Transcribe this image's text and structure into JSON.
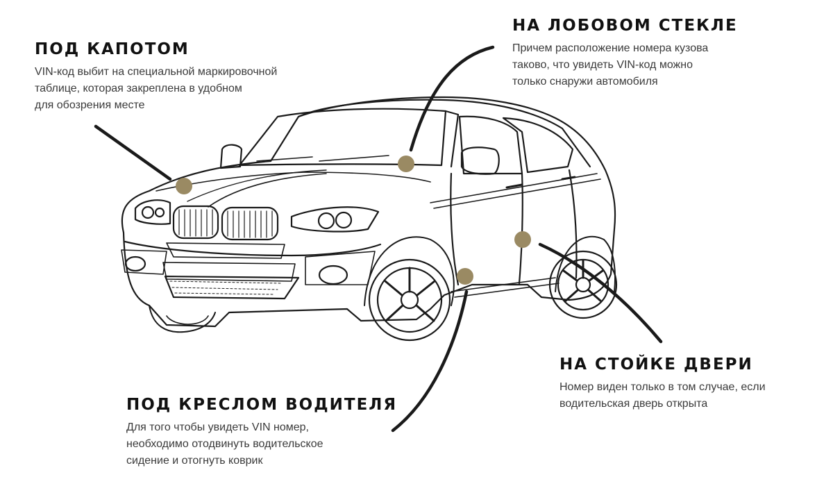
{
  "colors": {
    "marker": "#9a8a63",
    "outline": "#1a1a1a",
    "heading": "#111111",
    "body_text": "#3a3a3a"
  },
  "callouts": {
    "hood": {
      "title": "ПОД КАПОТОМ",
      "lines": [
        "VIN-код выбит на специальной маркировочной",
        "таблице, которая закреплена в удобном",
        "для обозрения месте"
      ]
    },
    "windshield": {
      "title": "НА ЛОБОВОМ СТЕКЛЕ",
      "lines": [
        "Причем расположение номера кузова",
        "таково, что увидеть VIN-код можно",
        "только снаружи автомобиля"
      ]
    },
    "door_pillar": {
      "title": "НА СТОЙКЕ ДВЕРИ",
      "lines": [
        "Номер виден только в том случае, если",
        "водительская дверь открыта"
      ]
    },
    "driver_seat": {
      "title": "ПОД КРЕСЛОМ ВОДИТЕЛЯ",
      "lines": [
        "Для того чтобы увидеть VIN номер,",
        "необходимо отодвинуть водительское",
        "сидение и отогнуть коврик"
      ]
    }
  }
}
